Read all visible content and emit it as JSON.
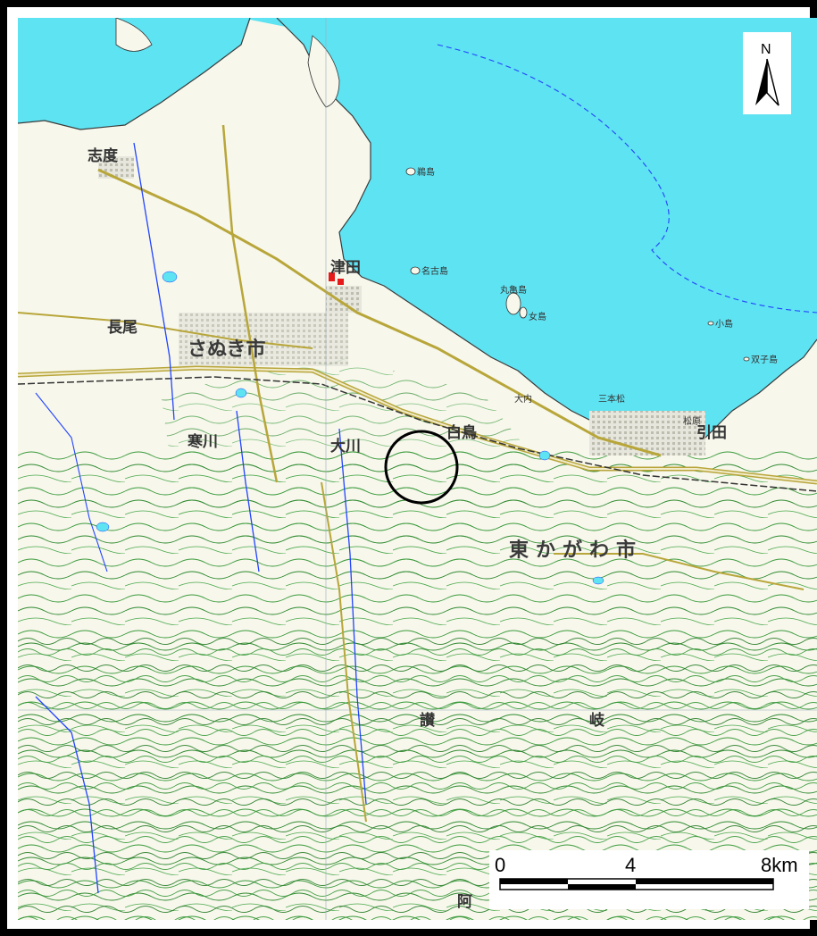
{
  "map": {
    "labels": {
      "sanuki_city": "さぬき市",
      "higashikagawa_city": "東かがわ市",
      "sanuki_prov": "讃",
      "sanuki_prov2": "岐",
      "awa": "阿",
      "shido": "志度",
      "tsuda": "津田",
      "okawa": "大川",
      "nagao": "長尾",
      "samukawa": "寒川",
      "hiketa": "引田",
      "shirotori": "白鳥",
      "sanbonmatsu": "三本松",
      "maruki": "丸亀島",
      "meshima": "女島",
      "nagoshima": "名古島",
      "koshima": "小島",
      "futagojima": "双子島",
      "yunoki": "鵜島",
      "omi": "大内",
      "matsubara": "松原"
    },
    "colors": {
      "sea": "#5ee3f2",
      "land": "#f7f7ec",
      "contour": "#2e8a2e",
      "road": "#b8a63a",
      "river": "#2244ff",
      "urban": "#c9c9c9"
    }
  },
  "compass": {
    "north_label": "N"
  },
  "scalebar": {
    "label_0": "0",
    "label_4": "4",
    "label_8": "8km"
  },
  "study_area_marker": {
    "shape": "circle"
  }
}
